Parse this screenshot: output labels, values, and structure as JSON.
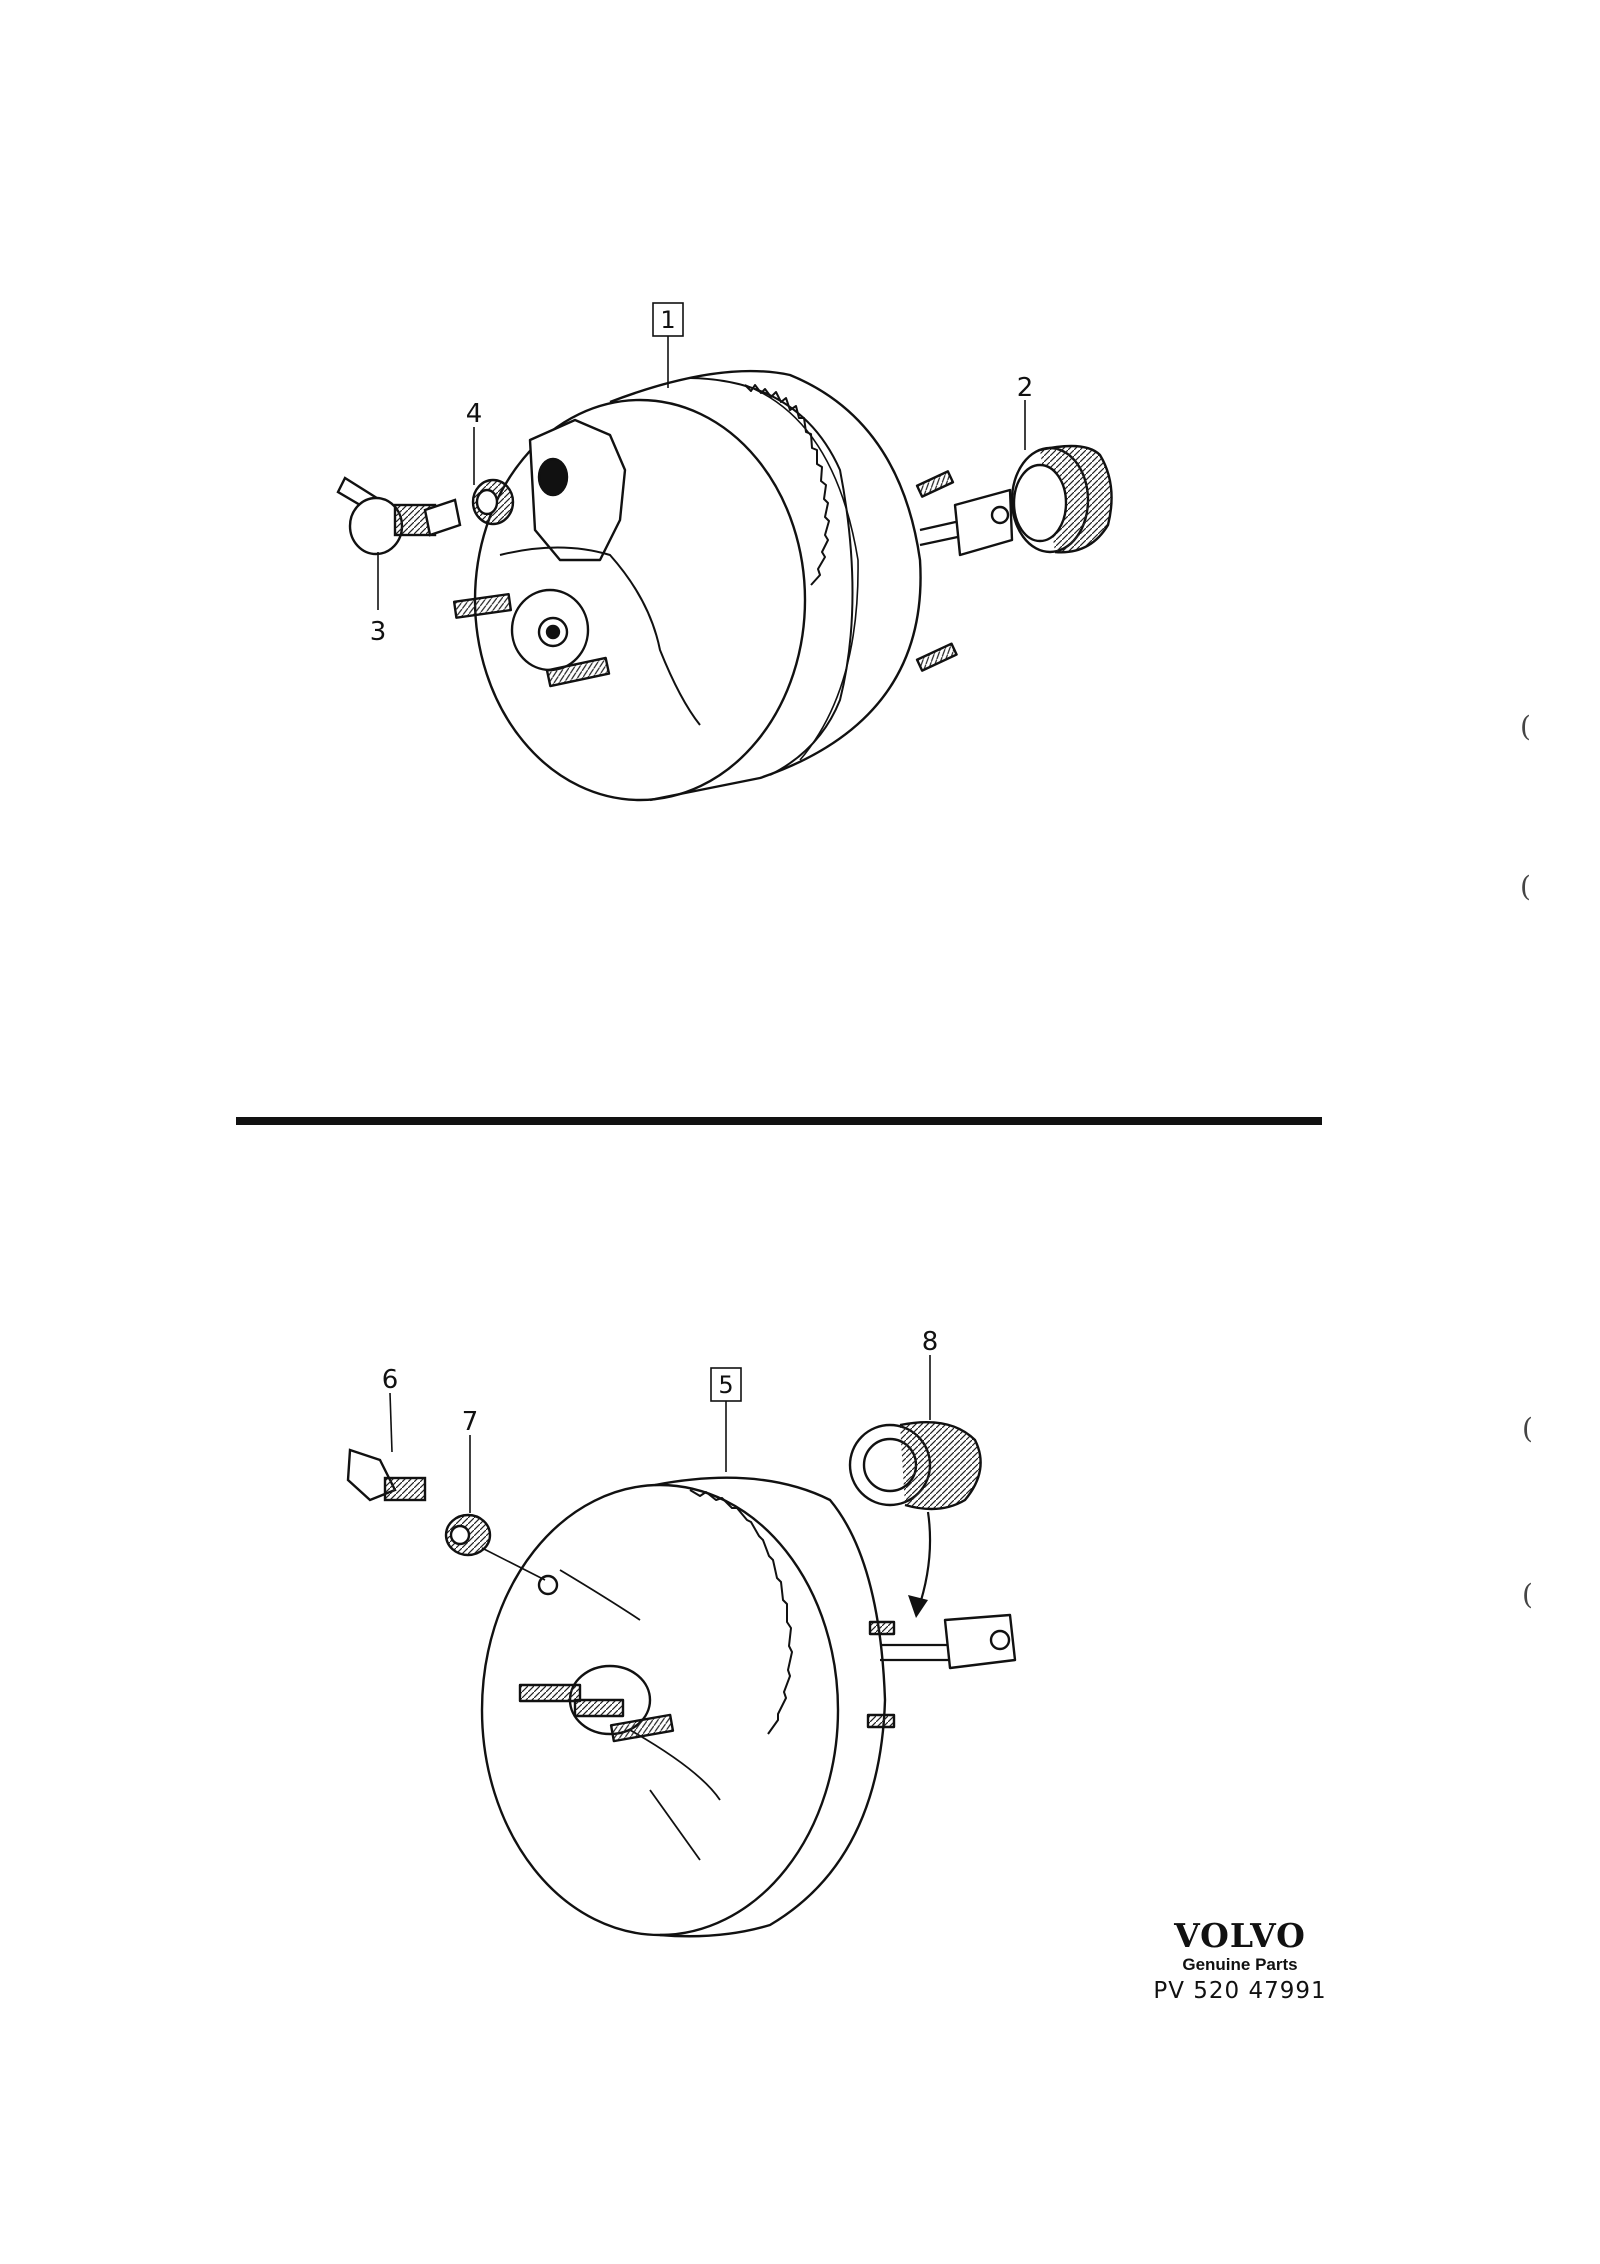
{
  "diagram_top": {
    "callouts": {
      "c1": "1",
      "c2": "2",
      "c3": "3",
      "c4": "4"
    }
  },
  "diagram_bottom": {
    "callouts": {
      "c5": "5",
      "c6": "6",
      "c7": "7",
      "c8": "8"
    }
  },
  "brand": {
    "logo": "VOLVO",
    "tagline": "Genuine Parts",
    "code": "PV 520 47991"
  },
  "edge_marks": [
    "(",
    "(",
    "(",
    "("
  ]
}
